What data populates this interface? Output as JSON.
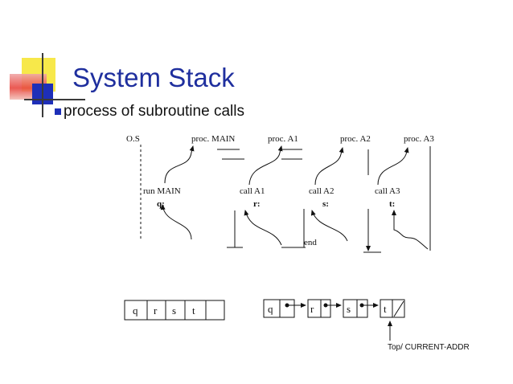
{
  "slide": {
    "title": "System Stack",
    "bullet": "process of subroutine calls"
  },
  "diagram": {
    "top_labels": [
      "O.S",
      "proc. MAIN",
      "proc. A1",
      "proc. A2",
      "proc. A3"
    ],
    "call_labels": [
      "run MAIN",
      "call A1",
      "call A2",
      "call A3"
    ],
    "return_labels": [
      "q:",
      "r:",
      "s:",
      "t:"
    ],
    "end_label": "end"
  },
  "array_stack": {
    "cells": [
      "q",
      "r",
      "s",
      "t",
      ""
    ]
  },
  "linked_stack": {
    "nodes": [
      "q",
      "r",
      "s",
      "t"
    ],
    "caption": "Top/ CURRENT-ADDR"
  }
}
